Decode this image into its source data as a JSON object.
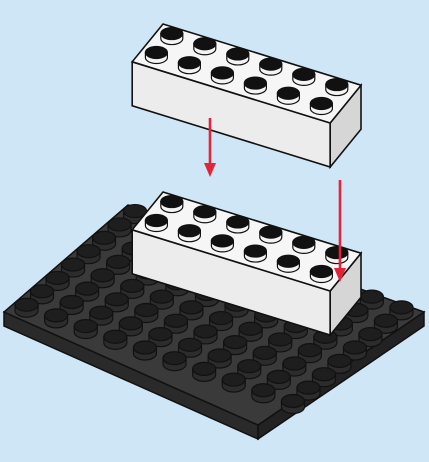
{
  "scene": {
    "description_name": "brick-stacking-instruction",
    "colors": {
      "background": "#cfe6f6",
      "baseplate_top": "#3a3a3a",
      "baseplate_side_left": "#2a2a2a",
      "baseplate_side_right": "#222222",
      "stud_top": "#1e1e1e",
      "stud_body": "#2c2c2c",
      "brick_top": "#f6f6f6",
      "brick_left": "#ececec",
      "brick_right": "#d6d6d6",
      "brick_stud_top": "#111111",
      "brick_stud_side": "#f4f4f4",
      "outline": "#111111",
      "arrow": "#e0243a"
    },
    "baseplate": {
      "rows": 8,
      "cols": 10
    },
    "bricks": [
      {
        "name": "upper-brick",
        "rows": 2,
        "cols": 6
      },
      {
        "name": "lower-brick",
        "rows": 2,
        "cols": 6
      }
    ],
    "arrows": 2
  }
}
